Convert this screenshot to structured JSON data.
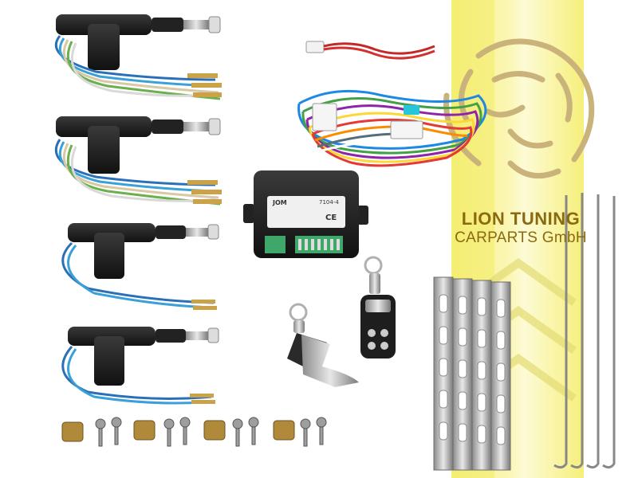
{
  "brand": {
    "line1": "LION TUNING",
    "line2": "CARPARTS GmbH",
    "colors": {
      "yellow_band": "#f6ef7a",
      "yellow_center": "#fbf7b8",
      "text": "#8a6a10",
      "logo": "#c9b37a"
    }
  },
  "control_unit": {
    "maker": "JOM",
    "model": "7104-4",
    "ce_mark": "CE"
  },
  "kit": {
    "actuators_count": 4,
    "remotes_count": 2,
    "brackets_count": 4,
    "rods_count": 4,
    "clips_count": 4,
    "screws_count": 8
  }
}
